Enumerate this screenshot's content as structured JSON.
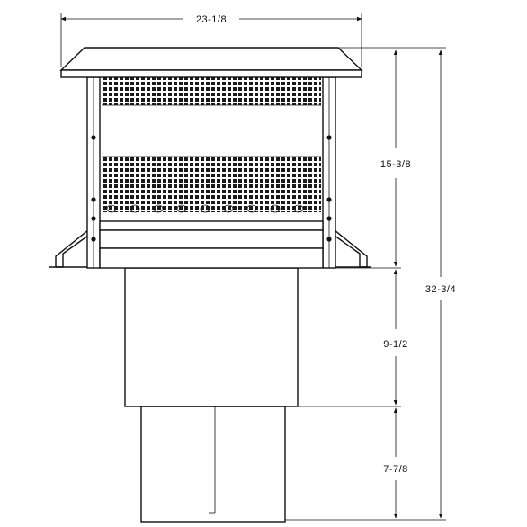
{
  "drawing": {
    "subject": "chimney cap with mesh screen",
    "dimensions": {
      "top_width": "23-1/8",
      "cap_height": "15-3/8",
      "overall_height": "32-3/4",
      "middle_section": "9-1/2",
      "bottom_section": "7-7/8"
    }
  }
}
